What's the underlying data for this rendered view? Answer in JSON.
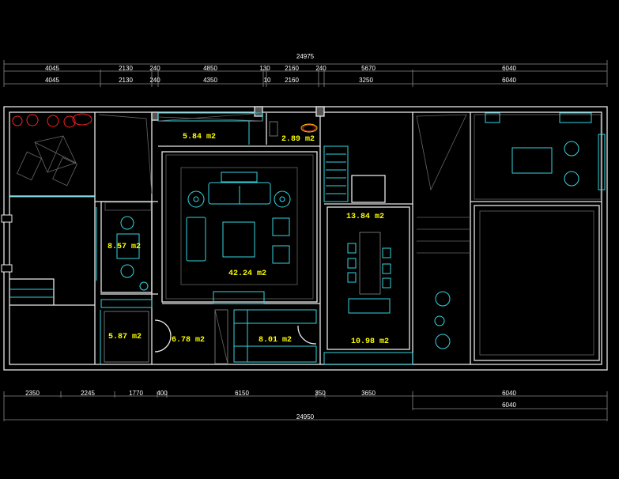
{
  "dimensions": {
    "top_total": "24975",
    "top_row1": [
      "4045",
      "2130",
      "240",
      "4850",
      "130",
      "2160",
      "240",
      "5670",
      "6040"
    ],
    "top_row2": [
      "4045",
      "2130",
      "240",
      "4350",
      "10",
      "2160",
      "3250",
      "6040"
    ],
    "bottom_row1": [
      "2350",
      "2245",
      "1770",
      "400",
      "6150",
      "350",
      "3650",
      "6040"
    ],
    "bottom_row2": [
      "6040"
    ],
    "bottom_total": "24950"
  },
  "rooms": [
    {
      "label": "5.84 m2"
    },
    {
      "label": "2.89 m2"
    },
    {
      "label": "42.24 m2"
    },
    {
      "label": "13.84 m2"
    },
    {
      "label": "8.57 m2"
    },
    {
      "label": "5.87 m2"
    },
    {
      "label": "6.78 m2"
    },
    {
      "label": "8.01 m2"
    },
    {
      "label": "10.98 m2"
    }
  ],
  "colors": {
    "wall": "#e8e8e8",
    "furniture": "#33d6e0",
    "text": "#ffff00",
    "markup": "#ff2020"
  }
}
